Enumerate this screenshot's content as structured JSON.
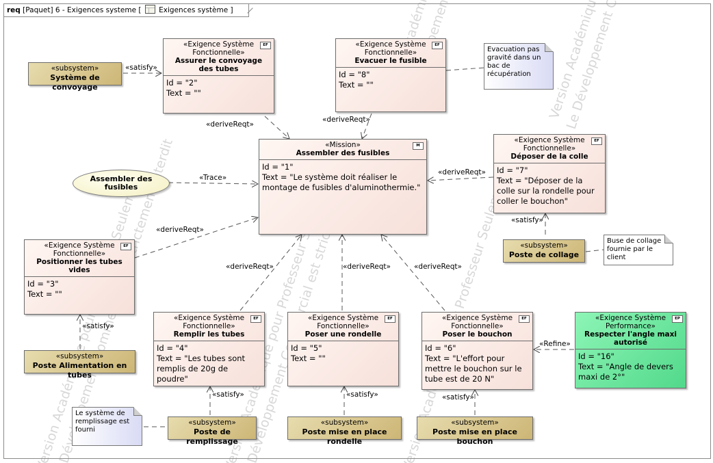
{
  "frame": {
    "keyword": "req",
    "package": "[Paquet] 6 - Exigences systeme [",
    "diagram_name": "Exigences système",
    "closing": "]"
  },
  "watermark": {
    "line1": "Version Académique pour Professeur Seulement",
    "line2": "Le Développement Commercial est strictement interdit"
  },
  "mission": {
    "stereotype": "«Mission»",
    "title": "Assembler des fusibles",
    "badge": "M",
    "id": "Id = \"1\"",
    "text": "Text = \"Le système doit réaliser le montage de fusibles d'aluminothermie.\""
  },
  "requirements": {
    "r2": {
      "stereotype": "«Exigence Système Fonctionnelle»",
      "title": "Assurer le convoyage des tubes",
      "badge": "EF",
      "id": "Id = \"2\"",
      "text": "Text = \"\""
    },
    "r8": {
      "stereotype": "«Exigence Système Fonctionnelle»",
      "title": "Evacuer le fusible",
      "badge": "EF",
      "id": "Id = \"8\"",
      "text": "Text = \"\""
    },
    "r7": {
      "stereotype": "«Exigence Système Fonctionnelle»",
      "title": "Déposer de la colle",
      "badge": "EF",
      "id": "Id = \"7\"",
      "text": "Text = \"Déposer de la colle sur la rondelle pour coller le bouchon\""
    },
    "r3": {
      "stereotype": "«Exigence Système Fonctionnelle»",
      "title": "Positionner les tubes vides",
      "badge": "EF",
      "id": "Id = \"3\"",
      "text": "Text = \"\""
    },
    "r4": {
      "stereotype": "«Exigence Système Fonctionnelle»",
      "title": "Remplir les tubes",
      "badge": "EF",
      "id": "Id = \"4\"",
      "text": "Text = \"Les tubes sont remplis de 20g de poudre\""
    },
    "r5": {
      "stereotype": "«Exigence Système Fonctionnelle»",
      "title": "Poser une rondelle",
      "badge": "EF",
      "id": "Id = \"5\"",
      "text": "Text = \"\""
    },
    "r6": {
      "stereotype": "«Exigence Système Fonctionnelle»",
      "title": "Poser le bouchon",
      "badge": "EF",
      "id": "Id = \"6\"",
      "text": "Text = \"L'effort pour mettre le bouchon sur le tube est de 20 N\""
    },
    "r16": {
      "stereotype": "«Exigence Système Performance»",
      "title": "Respecter l'angle maxi autorisé",
      "badge": "EP",
      "id": "Id = \"16\"",
      "text": "Text = \"Angle de devers maxi de 2°\""
    }
  },
  "subsystems": {
    "convoyage": {
      "stereotype": "«subsystem»",
      "title": "Système de convoyage"
    },
    "collage": {
      "stereotype": "«subsystem»",
      "title": "Poste de collage"
    },
    "alimentation": {
      "stereotype": "«subsystem»",
      "title": "Poste Alimentation en tubes"
    },
    "remplissage": {
      "stereotype": "«subsystem»",
      "title": "Poste de remplissage"
    },
    "rondelle": {
      "stereotype": "«subsystem»",
      "title": "Poste mise en place rondelle"
    },
    "bouchon": {
      "stereotype": "«subsystem»",
      "title": "Poste mise en place bouchon"
    }
  },
  "usecase": {
    "title": "Assembler des fusibles"
  },
  "notes": {
    "evacuation": "Evacuation pas gravité dans un bac de récupération",
    "buse": "Buse de collage fournie par le client",
    "remplissage": "Le système de remplissage est fourni"
  },
  "relations": {
    "satisfy_convoyage": "«satisfy»",
    "derive_r2": "«deriveReqt»",
    "derive_r8": "«deriveReqt»",
    "derive_r7": "«deriveReqt»",
    "satisfy_collage": "«satisfy»",
    "trace": "«Trace»",
    "derive_r3": "«deriveReqt»",
    "satisfy_alimentation": "«satisfy»",
    "derive_r4": "«deriveReqt»",
    "derive_r5": "«deriveReqt»",
    "derive_r6": "«deriveReqt»",
    "refine": "«Refine»",
    "satisfy_remplissage": "«satisfy»",
    "satisfy_rondelle": "«satisfy»",
    "satisfy_bouchon": "«satisfy»"
  }
}
